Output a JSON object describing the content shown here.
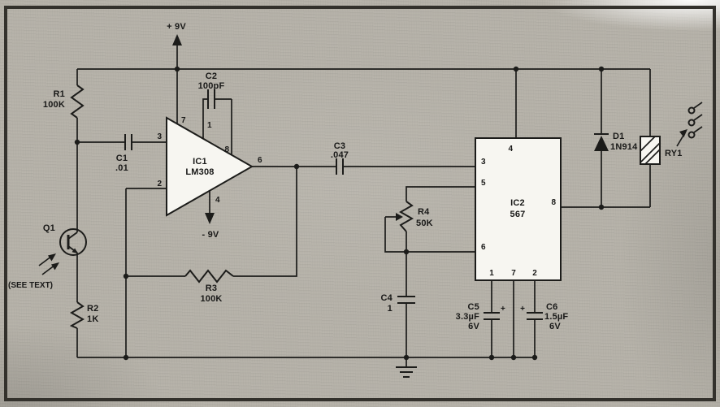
{
  "meta": {
    "description": "Scanned magazine schematic of an infrared detector circuit",
    "paper_color": "#b6b2a9",
    "ink_color": "#1c1c1a"
  },
  "schematic": {
    "supply": {
      "positive": "+ 9V",
      "negative": "- 9V"
    },
    "q1": {
      "ref": "Q1",
      "note": "(SEE TEXT)"
    },
    "r1": {
      "ref": "R1",
      "value": "100K"
    },
    "r2": {
      "ref": "R2",
      "value": "1K"
    },
    "r3": {
      "ref": "R3",
      "value": "100K"
    },
    "r4": {
      "ref": "R4",
      "value": "50K"
    },
    "c1": {
      "ref": "C1",
      "value": ".01"
    },
    "c2": {
      "ref": "C2",
      "value": "100pF"
    },
    "c3": {
      "ref": "C3",
      "value": ".047"
    },
    "c4": {
      "ref": "C4",
      "value": "1"
    },
    "c5": {
      "ref": "C5",
      "value": "3.3µF",
      "rating": "6V",
      "polarity": "+"
    },
    "c6": {
      "ref": "C6",
      "value": "1.5µF",
      "rating": "6V",
      "polarity": "+"
    },
    "d1": {
      "ref": "D1",
      "value": "1N914"
    },
    "ry1": {
      "ref": "RY1"
    },
    "ic1": {
      "ref": "IC1",
      "part": "LM308",
      "pins": {
        "p1": "1",
        "p2": "2",
        "p3": "3",
        "p4": "4",
        "p6": "6",
        "p7": "7",
        "p8": "8"
      }
    },
    "ic2": {
      "ref": "IC2",
      "part": "567",
      "pins": {
        "p1": "1",
        "p2": "2",
        "p3": "3",
        "p4": "4",
        "p5": "5",
        "p6": "6",
        "p7": "7",
        "p8": "8"
      }
    }
  }
}
